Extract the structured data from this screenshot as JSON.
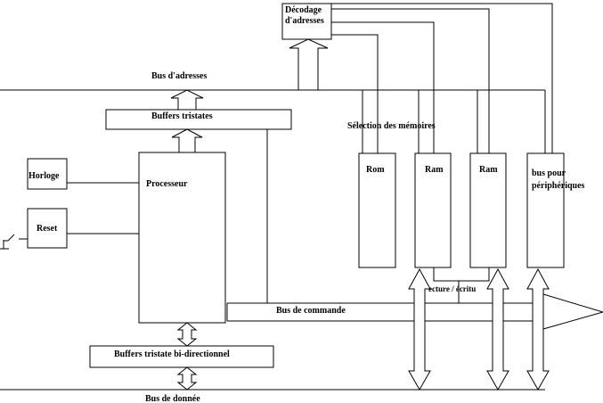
{
  "labels": {
    "decoder_line1": "Décodage",
    "decoder_line2": "d'adresses",
    "address_bus": "Bus d'adresses",
    "tristate_buffers": "Buffers tristates",
    "memory_selection": "Sélection des mémoires",
    "clock": "Horloge",
    "reset": "Reset",
    "processor": "Processeur",
    "rom": "Rom",
    "ram1": "Ram",
    "ram2": "Ram",
    "peripheral_bus_line1": "bus pour",
    "peripheral_bus_line2": "périphériques",
    "read_write": "ecture / écritu",
    "command_bus": "Bus de commande",
    "bidir_buffers": "Buffers tristate bi-directionnel",
    "data_bus": "Bus de donnée"
  }
}
